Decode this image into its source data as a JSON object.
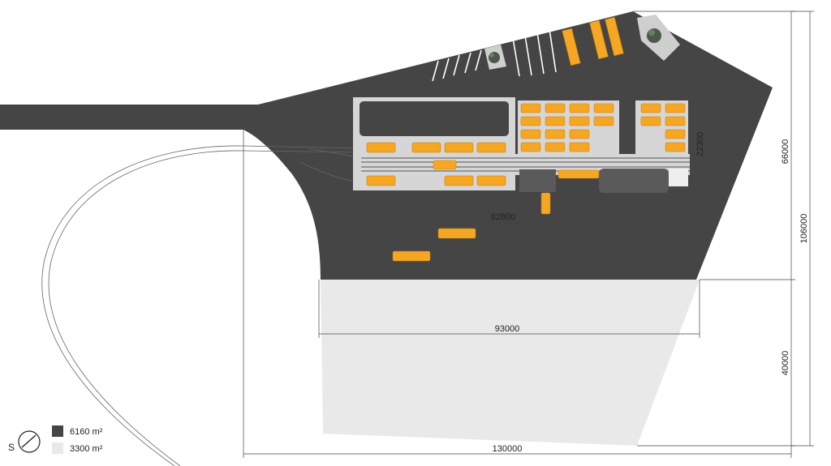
{
  "dimensions": {
    "depot_length": "82800",
    "depot_width": "22300",
    "lot_width": "93000",
    "dark_area_depth": "66000",
    "light_area_depth": "40000",
    "total_depth": "106000",
    "total_width": "130000"
  },
  "legend": {
    "items": [
      {
        "label": "6160 m²",
        "color": "#454545"
      },
      {
        "label": "3300 m²",
        "color": "#e9e9e9"
      }
    ]
  },
  "compass": {
    "label": "S"
  },
  "colors": {
    "asphalt": "#454545",
    "light_area": "#e9e9e9",
    "bus": "#f5a623",
    "building": "#5a5a5a",
    "platform": "#d6d6d6"
  }
}
